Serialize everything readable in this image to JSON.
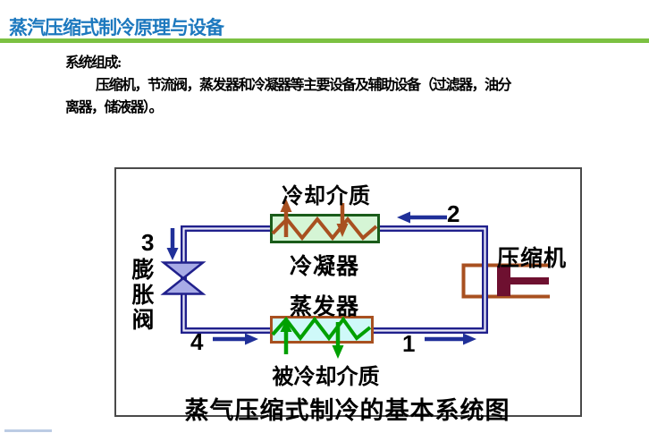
{
  "header": {
    "title": "蒸汽压缩式制冷原理与设备",
    "title_color": "#1C78BE",
    "underline_color": "#7CC142"
  },
  "body": {
    "lines": [
      "系统组成:",
      "压缩机，节流阀，蒸发器和冷凝器等主要设备及辅助设备（过滤器，油分",
      "离器，储液器）。"
    ]
  },
  "diagram": {
    "caption": "蒸气压缩式制冷的基本系统图",
    "components": {
      "cooling_medium": "冷却介质",
      "condenser": "冷凝器",
      "evaporator": "蒸发器",
      "cooled_medium": "被冷却介质",
      "compressor": "压缩机",
      "expansion_valve": "膨胀阀"
    },
    "state_points": [
      "1",
      "2",
      "3",
      "4"
    ],
    "colors": {
      "pipe_blue": "#20208C",
      "pipe_core": "#EAEAF8",
      "arrow_blue": "#203099",
      "condenser_fill": "#D5F5D5",
      "condenser_border": "#1A5C1A",
      "condenser_coil_brown": "#A85020",
      "evaporator_fill": "#CFF9F9",
      "evaporator_border": "#A85020",
      "evaporator_coil_green": "#00A000",
      "compressor_outline": "#A85020",
      "compressor_piston": "#6E1030",
      "valve_fill": "#A8ABE6",
      "frame_border": "#4A4A4A"
    }
  }
}
